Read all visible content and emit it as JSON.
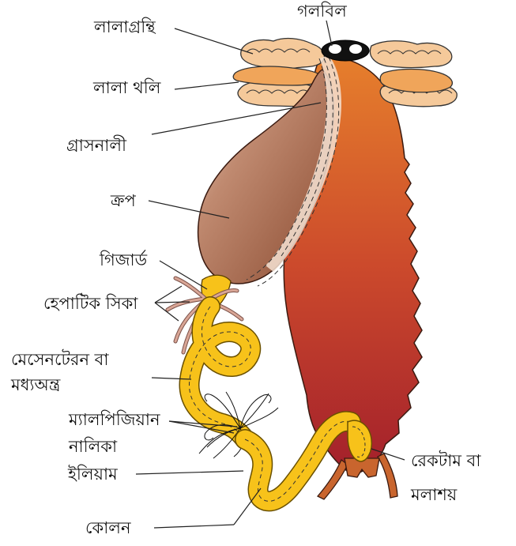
{
  "labels": {
    "salivary_gland": "লালাগ্রন্থি",
    "pharynx": "গলবিল",
    "salivary_reservoir": "লালা থলি",
    "oesophagus": "গ্রাসনালী",
    "crop": "ক্রপ",
    "gizzard": "গিজার্ড",
    "hepatic_caeca": "হেপাটিক সিকা",
    "mesenteron_line1": "মেসেনটেরন বা",
    "mesenteron_line2": "মধ্যঅন্ত্র",
    "malpighian_line1": "ম্যালপিজিয়ান",
    "malpighian_line2": "নালিকা",
    "ileum": "ইলিয়াম",
    "colon": "কোলন",
    "rectum_line1": "রেকটাম বা",
    "rectum_line2": "মলাশয়"
  },
  "colors": {
    "body_top": "#e07a2e",
    "body_bottom": "#a8222a",
    "crop_top": "#c9a08c",
    "crop_bottom": "#8a4a30",
    "intestine": "#f7c21a",
    "intestine_edge": "#8a6a00",
    "gland_fill": "#f5c99a",
    "reservoir_fill": "#f0a55a",
    "caeca": "#c98a76",
    "outline": "#222222"
  }
}
